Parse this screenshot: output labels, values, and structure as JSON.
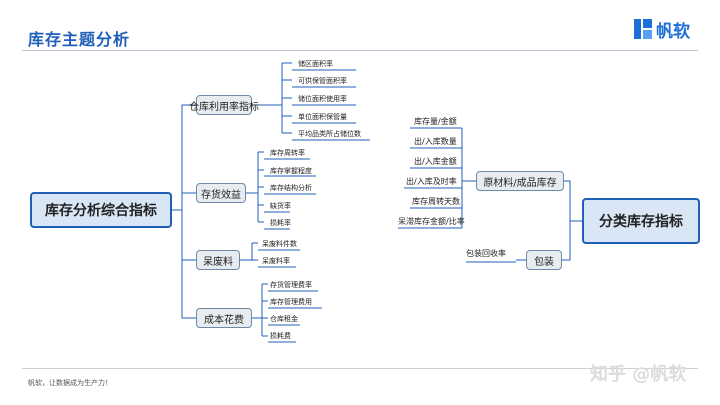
{
  "header": {
    "title": "库存主题分析",
    "logo_text": "帆软",
    "brand_color": "#1f5fb8"
  },
  "diagram": {
    "root": "库存分析综合指标",
    "categories": [
      {
        "label": "仓库利用率指标",
        "leaves": [
          "储区面积率",
          "可供保管面积率",
          "储位面积使用率",
          "单位面积保管量",
          "平均品类所占储位数"
        ]
      },
      {
        "label": "存货效益",
        "leaves": [
          "库存周转率",
          "库存掌握程度",
          "库存结构分析",
          "缺货率",
          "损耗率"
        ]
      },
      {
        "label": "呆废料",
        "leaves": [
          "呆废料件数",
          "呆废料率"
        ]
      },
      {
        "label": "成本花费",
        "leaves": [
          "存货管理费率",
          "库存管理费用",
          "仓库租金",
          "损耗费"
        ]
      }
    ],
    "right_root": "分类库存指标",
    "right_categories": [
      {
        "label": "原材料/成品库存",
        "leaves": [
          "库存量/金额",
          "出/入库数量",
          "出/入库金额",
          "出/入库及时率",
          "库存周转天数",
          "呆滞库存金额/比率"
        ]
      },
      {
        "label": "包装",
        "leaves": [
          "包装回收率"
        ]
      }
    ]
  },
  "footer": {
    "slogan": "帆软，让数据成为生产力！",
    "watermark": "知乎 @帆软"
  }
}
